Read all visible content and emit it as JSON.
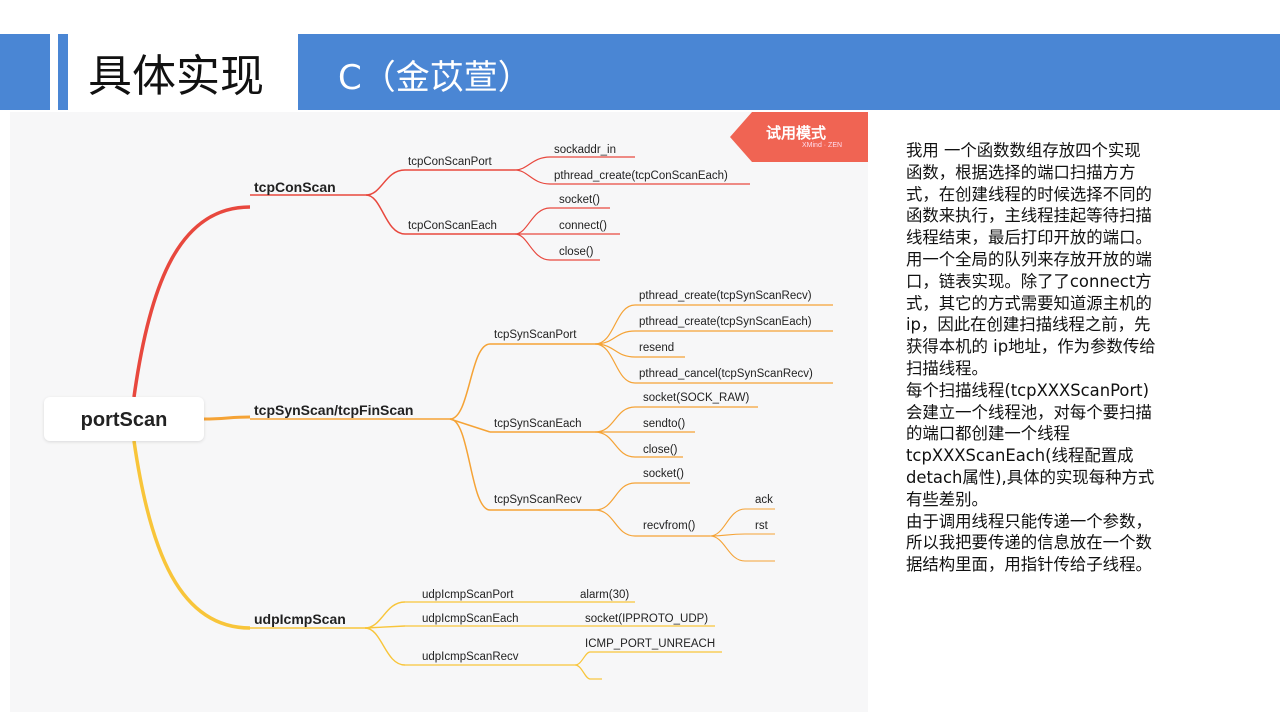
{
  "header": {
    "title": "具体实现",
    "subtitle": "C（金苡萱）"
  },
  "badge": {
    "text": "试用模式",
    "sub": "XMind · ZEN"
  },
  "mindmap": {
    "root": "portScan",
    "branches": [
      {
        "label": "tcpConScan",
        "color": "#e8483e",
        "children": [
          {
            "label": "tcpConScanPort",
            "children": [
              "sockaddr_in",
              "pthread_create(tcpConScanEach)"
            ]
          },
          {
            "label": "tcpConScanEach",
            "children": [
              "socket()",
              "connect()",
              "close()"
            ]
          }
        ]
      },
      {
        "label": "tcpSynScan/tcpFinScan",
        "color": "#f5a336",
        "children": [
          {
            "label": "tcpSynScanPort",
            "children": [
              "pthread_create(tcpSynScanRecv)",
              "pthread_create(tcpSynScanEach)",
              "resend",
              "pthread_cancel(tcpSynScanRecv)"
            ]
          },
          {
            "label": "tcpSynScanEach",
            "children": [
              "socket(SOCK_RAW)",
              "sendto()",
              "close()"
            ]
          },
          {
            "label": "tcpSynScanRecv",
            "children": [
              "socket()",
              "recvfrom()"
            ],
            "grandchildren": [
              "ack",
              "rst",
              ""
            ]
          }
        ]
      },
      {
        "label": "udpIcmpScan",
        "color": "#f8c53a",
        "children": [
          {
            "label": "udpIcmpScanPort",
            "children": [
              "alarm(30)"
            ]
          },
          {
            "label": "udpIcmpScanEach",
            "children": [
              "socket(IPPROTO_UDP)"
            ]
          },
          {
            "label": "udpIcmpScanRecv",
            "children": [
              "ICMP_PORT_UNREACH",
              ""
            ]
          }
        ]
      }
    ]
  },
  "description": [
    "我用 一个函数数组存放四个实现函数，根据选择的端口扫描方方式，在创建线程的时候选择不同的函数来执行，主线程挂起等待扫描线程结束，最后打印开放的端口。用一个全局的队列来存放开放的端口，链表实现。除了了connect方式，其它的方式需要知道源主机的ip，因此在创建扫描线程之前，先获得本机的 ip地址，作为参数传给扫描线程。",
    "每个扫描线程(tcpXXXScanPort)会建立一个线程池，对每个要扫描的端口都创建一个线程tcpXXXScanEach(线程配置成detach属性),具体的实现每种方式有些差别。",
    "由于调用线程只能传递一个参数，所以我把要传递的信息放在一个数据结构里面，用指针传给子线程。"
  ]
}
